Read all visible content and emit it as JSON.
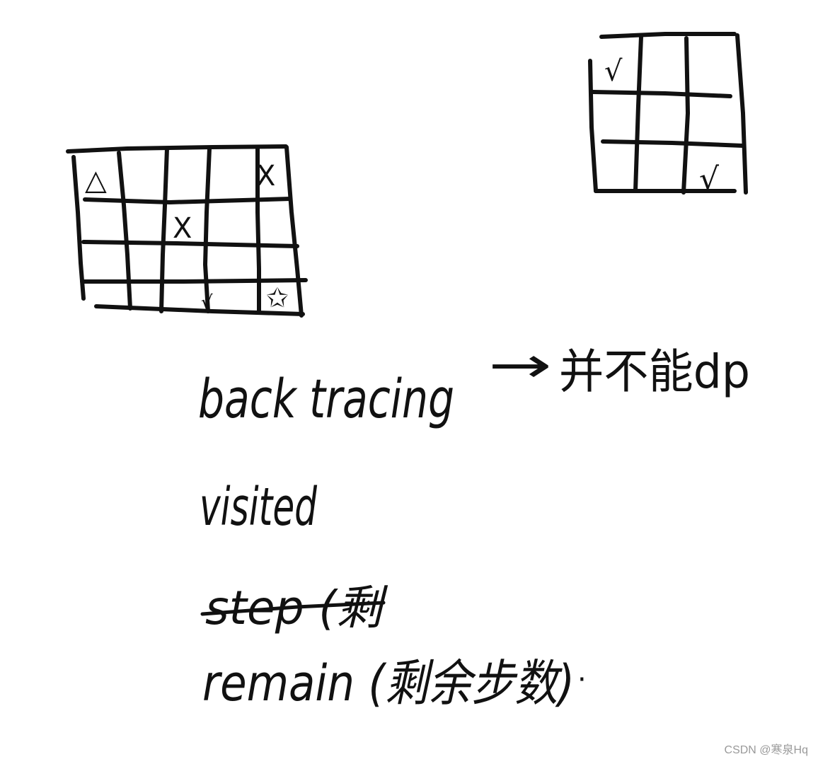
{
  "left_grid": {
    "marks": [
      "△",
      "X",
      "X",
      "✩",
      "√"
    ]
  },
  "right_grid": {
    "marks": [
      "√",
      "√"
    ]
  },
  "notes": {
    "backtracing": "back tracing",
    "arrow": "→",
    "not_dp": "并不能dp",
    "visited": "visited",
    "step_struck": "step (剩",
    "remain": "remain (剩余步数)",
    "dot": "·"
  },
  "watermark": "CSDN @寒泉Hq",
  "colors": {
    "ink": "#111111",
    "paper": "#ffffff",
    "watermark": "#9a9a9a"
  }
}
